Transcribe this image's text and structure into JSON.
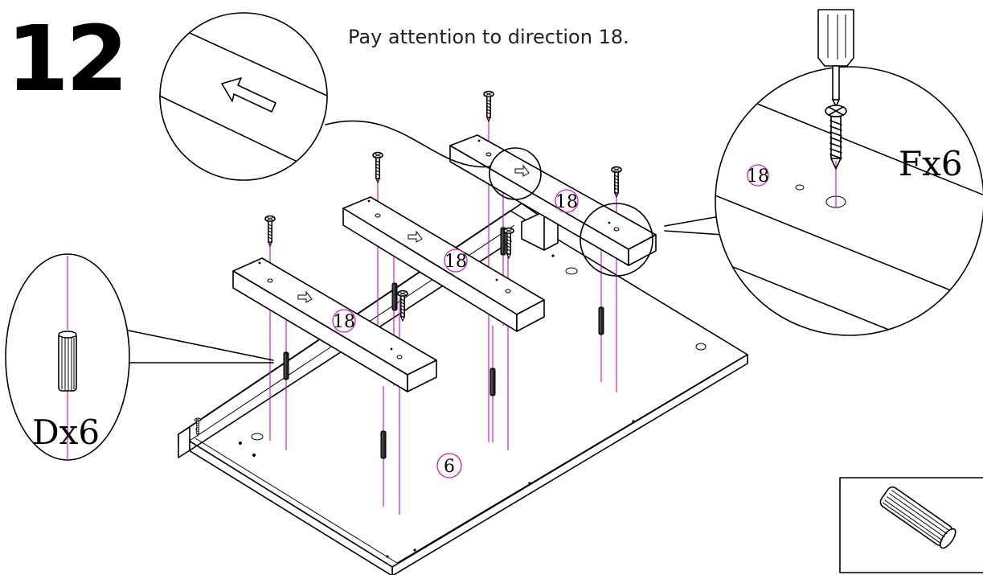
{
  "step": {
    "number": "12",
    "instruction": "Pay attention to direction 18."
  },
  "parts": {
    "batten_label": "18",
    "panel_label": "6"
  },
  "callouts": {
    "screw_detail": {
      "label": "Fx6",
      "part_label": "18"
    },
    "dowel_detail": {
      "label": "Dx6"
    }
  },
  "colors": {
    "line": "#000000",
    "guide": "#d11fbf"
  },
  "icons": [
    "direction-arrow-icon",
    "screwdriver-icon",
    "screw-icon",
    "dowel-icon"
  ]
}
